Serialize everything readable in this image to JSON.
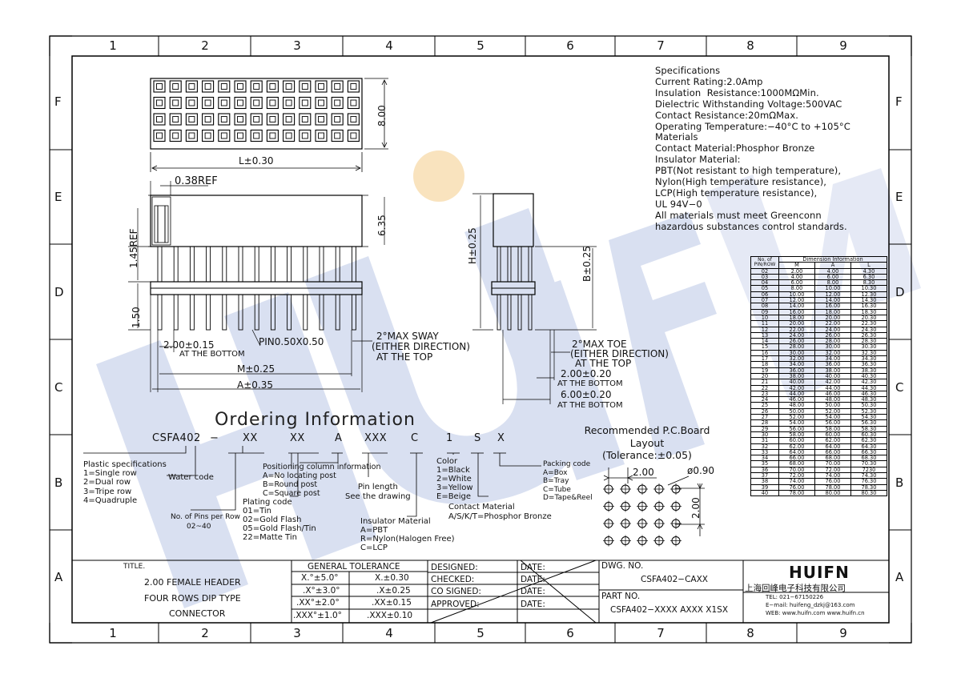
{
  "zones": {
    "columns": [
      "1",
      "2",
      "3",
      "4",
      "5",
      "6",
      "7",
      "8",
      "9"
    ],
    "rows": [
      "F",
      "E",
      "D",
      "C",
      "B",
      "A"
    ]
  },
  "specifications": {
    "lines": [
      "Specifications",
      "Current Rating:2.0Amp",
      "Insulation  Resistance:1000MΩMin.",
      "Dielectric Withstanding Voltage:500VAC",
      "Contact Resistance:20mΩMax.",
      "Operating Temperature:−40°C to +105°C",
      "Materials",
      "Contact Material:Phosphor Bronze",
      "Insulator Material:",
      "PBT(Not resistant to high temperature),",
      "Nylon(High temperature resistance),",
      "LCP(High temperature resistance),",
      "UL 94V−0",
      "All materials must meet Greenconn",
      "hazardous substances control standards."
    ]
  },
  "drawing": {
    "dims": {
      "h800": "8.00",
      "l030": "L±0.30",
      "ref038": "0.38REF",
      "h635": "6.35",
      "ref145": "1.45REF",
      "h150": "1.50",
      "p200": "2.00±0.15",
      "atbottom1": "AT THE BOTTOM",
      "pin": "PIN0.50X0.50",
      "sway1": "2°MAX SWAY",
      "sway2": "(EITHER DIRECTION)",
      "sway3": "AT THE TOP",
      "m025": "M±0.25",
      "a035": "A±0.35",
      "h025": "H±0.25",
      "b025": "B±0.25",
      "toe1": "2°MAX TOE",
      "toe2": "(EITHER DIRECTION)",
      "toe3": "AT THE TOP",
      "s200": "2.00±0.20",
      "atbottom2": "AT THE BOTTOM",
      "s600": "6.00±0.20",
      "atbottom3": "AT THE BOTTOM"
    }
  },
  "ordering": {
    "title": "Ordering  Information",
    "code": [
      "CSFA402",
      "−",
      "XX",
      "XX",
      "A",
      "XXX",
      "C",
      "1",
      "S",
      "X"
    ],
    "plastic": "Plastic specifications\n1=Single row\n2=Dual row\n3=Tripe row\n4=Quadruple",
    "water": "Water code",
    "pins": "No. of Pins per Row\n       02~40",
    "plating": "Plating code\n01=Tin\n02=Gold Flash\n05=Gold Flash/Tin\n22=Matte Tin",
    "position": "Positioning column information\nA=No locating post\nB=Round post\nC=Square post",
    "pinlen": "Pin length\nSee the drawing",
    "insulator": "Insulator Material\nA=PBT\nR=Nylon(Halogen Free)\nC=LCP",
    "color": "Color\n1=Black\n2=White\n3=Yellow\nE=Beige",
    "contact": "Contact Material\nA/S/K/T=Phosphor Bronze",
    "packing": "Packing code\nA=Box\nB=Tray\nC=Tube\nD=Tape&Reel"
  },
  "pcb": {
    "title": "Recommended P.C.Board\nLayout\n(Tolerance:±0.05)",
    "pitch": "2.00",
    "hole": "ø0.90",
    "pitch_v": "2.00"
  },
  "dim_table": {
    "header_pin": "No. of\nPIN/ROW",
    "header_group": "Dimension Information",
    "cols": [
      "M",
      "A",
      "L"
    ],
    "rows": [
      [
        "02",
        "2.00",
        "4.00",
        "4.30"
      ],
      [
        "03",
        "4.00",
        "6.00",
        "6.30"
      ],
      [
        "04",
        "6.00",
        "8.00",
        "8.30"
      ],
      [
        "05",
        "8.00",
        "10.00",
        "10.30"
      ],
      [
        "06",
        "10.00",
        "12.00",
        "12.30"
      ],
      [
        "07",
        "12.00",
        "14.00",
        "14.30"
      ],
      [
        "08",
        "14.00",
        "16.00",
        "16.30"
      ],
      [
        "09",
        "16.00",
        "18.00",
        "18.30"
      ],
      [
        "10",
        "18.00",
        "20.00",
        "20.30"
      ],
      [
        "11",
        "20.00",
        "22.00",
        "22.30"
      ],
      [
        "12",
        "22.00",
        "24.00",
        "24.30"
      ],
      [
        "13",
        "24.00",
        "26.00",
        "26.30"
      ],
      [
        "14",
        "26.00",
        "28.00",
        "28.30"
      ],
      [
        "15",
        "28.00",
        "30.00",
        "30.30"
      ],
      [
        "16",
        "30.00",
        "32.00",
        "32.30"
      ],
      [
        "17",
        "32.00",
        "34.00",
        "34.30"
      ],
      [
        "18",
        "34.00",
        "36.00",
        "36.30"
      ],
      [
        "19",
        "36.00",
        "38.00",
        "38.30"
      ],
      [
        "20",
        "38.00",
        "40.00",
        "40.30"
      ],
      [
        "21",
        "40.00",
        "42.00",
        "42.30"
      ],
      [
        "22",
        "42.00",
        "44.00",
        "44.30"
      ],
      [
        "23",
        "44.00",
        "46.00",
        "46.30"
      ],
      [
        "24",
        "46.00",
        "48.00",
        "48.30"
      ],
      [
        "25",
        "48.00",
        "50.00",
        "50.30"
      ],
      [
        "26",
        "50.00",
        "52.00",
        "52.30"
      ],
      [
        "27",
        "52.00",
        "54.00",
        "54.30"
      ],
      [
        "28",
        "54.00",
        "56.00",
        "56.30"
      ],
      [
        "29",
        "56.00",
        "58.00",
        "58.30"
      ],
      [
        "30",
        "58.00",
        "60.00",
        "60.30"
      ],
      [
        "31",
        "60.00",
        "62.00",
        "62.30"
      ],
      [
        "32",
        "62.00",
        "64.00",
        "64.30"
      ],
      [
        "33",
        "64.00",
        "66.00",
        "66.30"
      ],
      [
        "34",
        "66.00",
        "68.00",
        "68.30"
      ],
      [
        "35",
        "68.00",
        "70.00",
        "70.30"
      ],
      [
        "36",
        "70.00",
        "72.00",
        "7230"
      ],
      [
        "37",
        "72.00",
        "74.00",
        "74.30"
      ],
      [
        "38",
        "74.00",
        "76.00",
        "76.30"
      ],
      [
        "39",
        "76.00",
        "78.00",
        "78.30"
      ],
      [
        "40",
        "78.00",
        "80.00",
        "80.30"
      ]
    ]
  },
  "title_block": {
    "title_label": "TITLE.",
    "title_lines": [
      "2.00 FEMALE HEADER",
      "FOUR ROWS DIP TYPE",
      "CONNECTOR"
    ],
    "tolerance_header": "GENERAL  TOLERANCE",
    "tolerances": [
      [
        "X.°±5.0°",
        "X.±0.30"
      ],
      [
        ".X°±3.0°",
        ".X±0.25"
      ],
      [
        ".XX°±2.0°",
        ".XX±0.15"
      ],
      [
        ".XXX°±1.0°",
        ".XXX±0.10"
      ]
    ],
    "signoffs": [
      "DESIGNED:",
      "CHECKED:",
      "CO SIGNED:",
      "APPROVED:"
    ],
    "date_label": "DATE:",
    "dwg_label": "DWG. NO.",
    "dwg_no": "CSFA402−CAXX",
    "part_label": "PART NO.",
    "part_no": "CSFA402−XXXX AXXX X1SX",
    "logo": "HUIFN",
    "company": "上海回峰电子科技有限公司",
    "tel": "TEL: 021−67150226",
    "email": "E−mail: huifeng_dzkj@163.com",
    "web": "WEB: www.huifn.com   www.huifn.cn"
  },
  "watermark": "HUIFN",
  "colors": {
    "line": "#000000",
    "watermark": "#c9d3ea",
    "watermark_dot": "#f7d9a9"
  }
}
